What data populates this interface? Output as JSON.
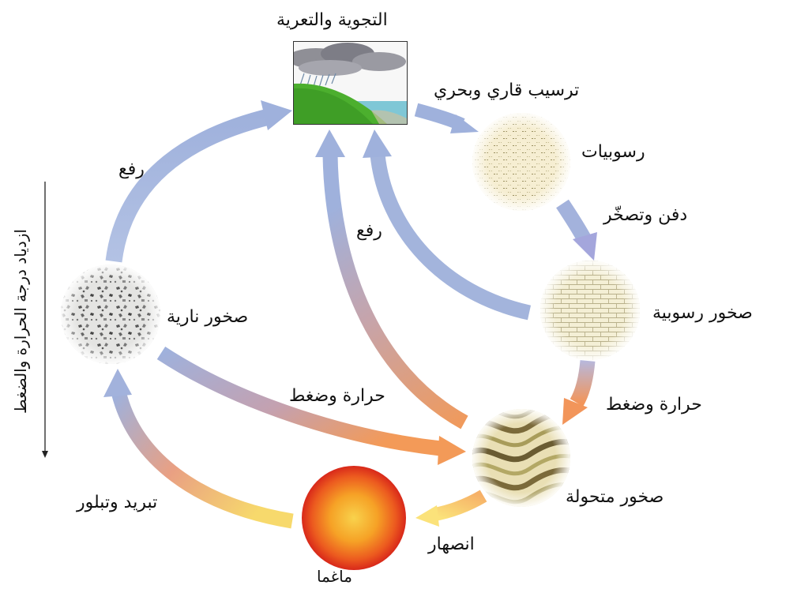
{
  "labels": {
    "weathering": "التجوية والتعرية",
    "deposition": "ترسيب قاري وبحري",
    "sediments": "رسوبيات",
    "burial": "دفن وتصخّر",
    "sedimentary_rocks": "صخور رسوبية",
    "heat_pressure_right": "حرارة وضغط",
    "metamorphic_rocks": "صخور متحولة",
    "melting": "انصهار",
    "magma": "ماغما",
    "cooling": "تبريد وتبلور",
    "igneous_rocks": "صخور نارية",
    "uplift_left": "رفع",
    "uplift_center": "رفع",
    "heat_pressure_center": "حرارة وضغط",
    "side_axis": "ازدياد درجة الحرارة والضغط"
  },
  "colors": {
    "arrow_blue": "#9fb2dc",
    "arrow_orange": "#f0a070",
    "arrow_yellow": "#f7d76a",
    "magma_outer": "#e8401c",
    "magma_inner": "#f6c43a",
    "grass": "#4caf2e",
    "sea": "#7fc7d6"
  }
}
